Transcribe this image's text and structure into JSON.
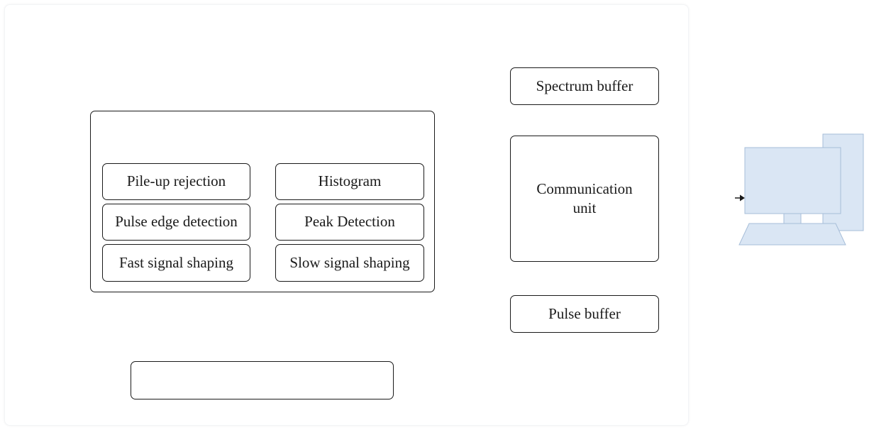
{
  "processing_blocks": {
    "pile_up_rejection": "Pile-up rejection",
    "histogram": "Histogram",
    "pulse_edge_detection": "Pulse edge detection",
    "peak_detection": "Peak Detection",
    "fast_signal_shaping": "Fast signal shaping",
    "slow_signal_shaping": "Slow signal shaping"
  },
  "buffers": {
    "spectrum": "Spectrum buffer",
    "pulse": "Pulse buffer"
  },
  "communication_unit": "Communication unit",
  "computer": {
    "icon": "computer-icon",
    "fill": "#dae6f4",
    "stroke": "#a6bdd8"
  }
}
